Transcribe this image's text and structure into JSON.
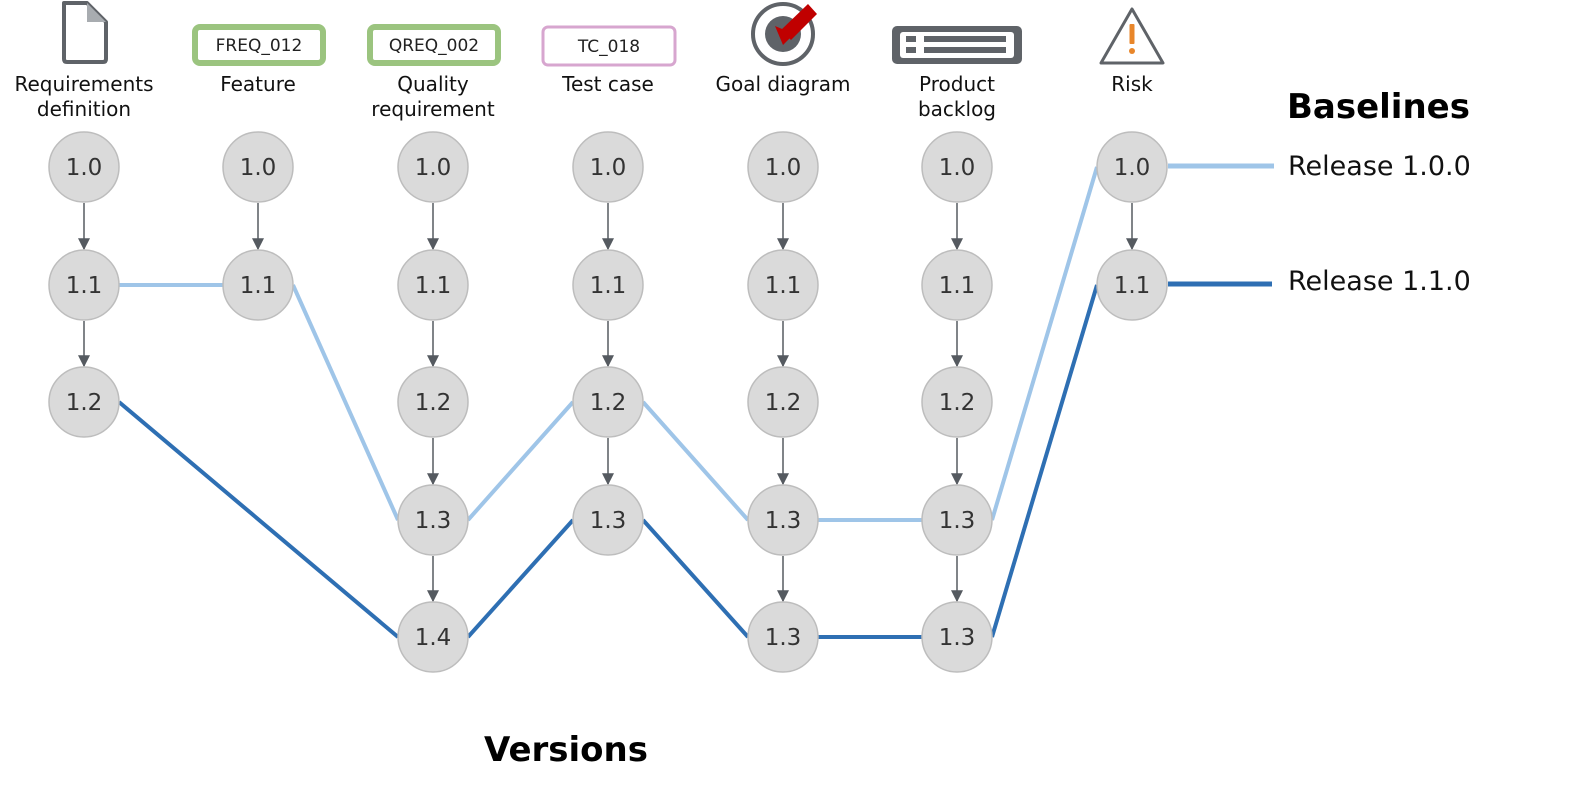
{
  "title_baselines": "Baselines",
  "title_versions": "Versions",
  "colors": {
    "light_baseline": "#9fc5e8",
    "dark_baseline": "#2e6fb3",
    "node_fill": "#dadada",
    "tag_feature_border": "#9bc47f",
    "tag_testcase_border": "#d7a6cf",
    "icon_gray": "#5f6368",
    "goal_arrow": "#c00000",
    "risk_exclaim": "#e8862a"
  },
  "columns": [
    {
      "id": "requirements-definition",
      "label_lines": [
        "Requirements",
        "definition"
      ],
      "icon": "document-icon",
      "versions": [
        "1.0",
        "1.1",
        "1.2"
      ]
    },
    {
      "id": "feature",
      "label_lines": [
        "Feature"
      ],
      "icon": "feature-tag",
      "tag": "FREQ_012",
      "versions": [
        "1.0",
        "1.1"
      ]
    },
    {
      "id": "quality-requirement",
      "label_lines": [
        "Quality",
        "requirement"
      ],
      "icon": "quality-tag",
      "tag": "QREQ_002",
      "versions": [
        "1.0",
        "1.1",
        "1.2",
        "1.3",
        "1.4"
      ]
    },
    {
      "id": "test-case",
      "label_lines": [
        "Test case"
      ],
      "icon": "testcase-tag",
      "tag": "TC_018",
      "versions": [
        "1.0",
        "1.1",
        "1.2",
        "1.3"
      ]
    },
    {
      "id": "goal-diagram",
      "label_lines": [
        "Goal diagram"
      ],
      "icon": "goal-target-icon",
      "versions": [
        "1.0",
        "1.1",
        "1.2",
        "1.3",
        "1.3"
      ]
    },
    {
      "id": "product-backlog",
      "label_lines": [
        "Product",
        "backlog"
      ],
      "icon": "backlog-list-icon",
      "versions": [
        "1.0",
        "1.1",
        "1.2",
        "1.3",
        "1.3"
      ]
    },
    {
      "id": "risk",
      "label_lines": [
        "Risk"
      ],
      "icon": "warning-icon",
      "versions": [
        "1.0",
        "1.1"
      ]
    }
  ],
  "baselines": [
    {
      "name": "Release 1.0.0",
      "color": "#9fc5e8",
      "path": [
        [
          0,
          1
        ],
        [
          1,
          1
        ],
        [
          2,
          3
        ],
        [
          3,
          2
        ],
        [
          4,
          3
        ],
        [
          5,
          3
        ],
        [
          6,
          0
        ]
      ]
    },
    {
      "name": "Release 1.1.0",
      "color": "#2e6fb3",
      "path": [
        [
          0,
          2
        ],
        [
          2,
          4
        ],
        [
          3,
          3
        ],
        [
          4,
          4
        ],
        [
          5,
          4
        ],
        [
          6,
          1
        ]
      ]
    }
  ]
}
